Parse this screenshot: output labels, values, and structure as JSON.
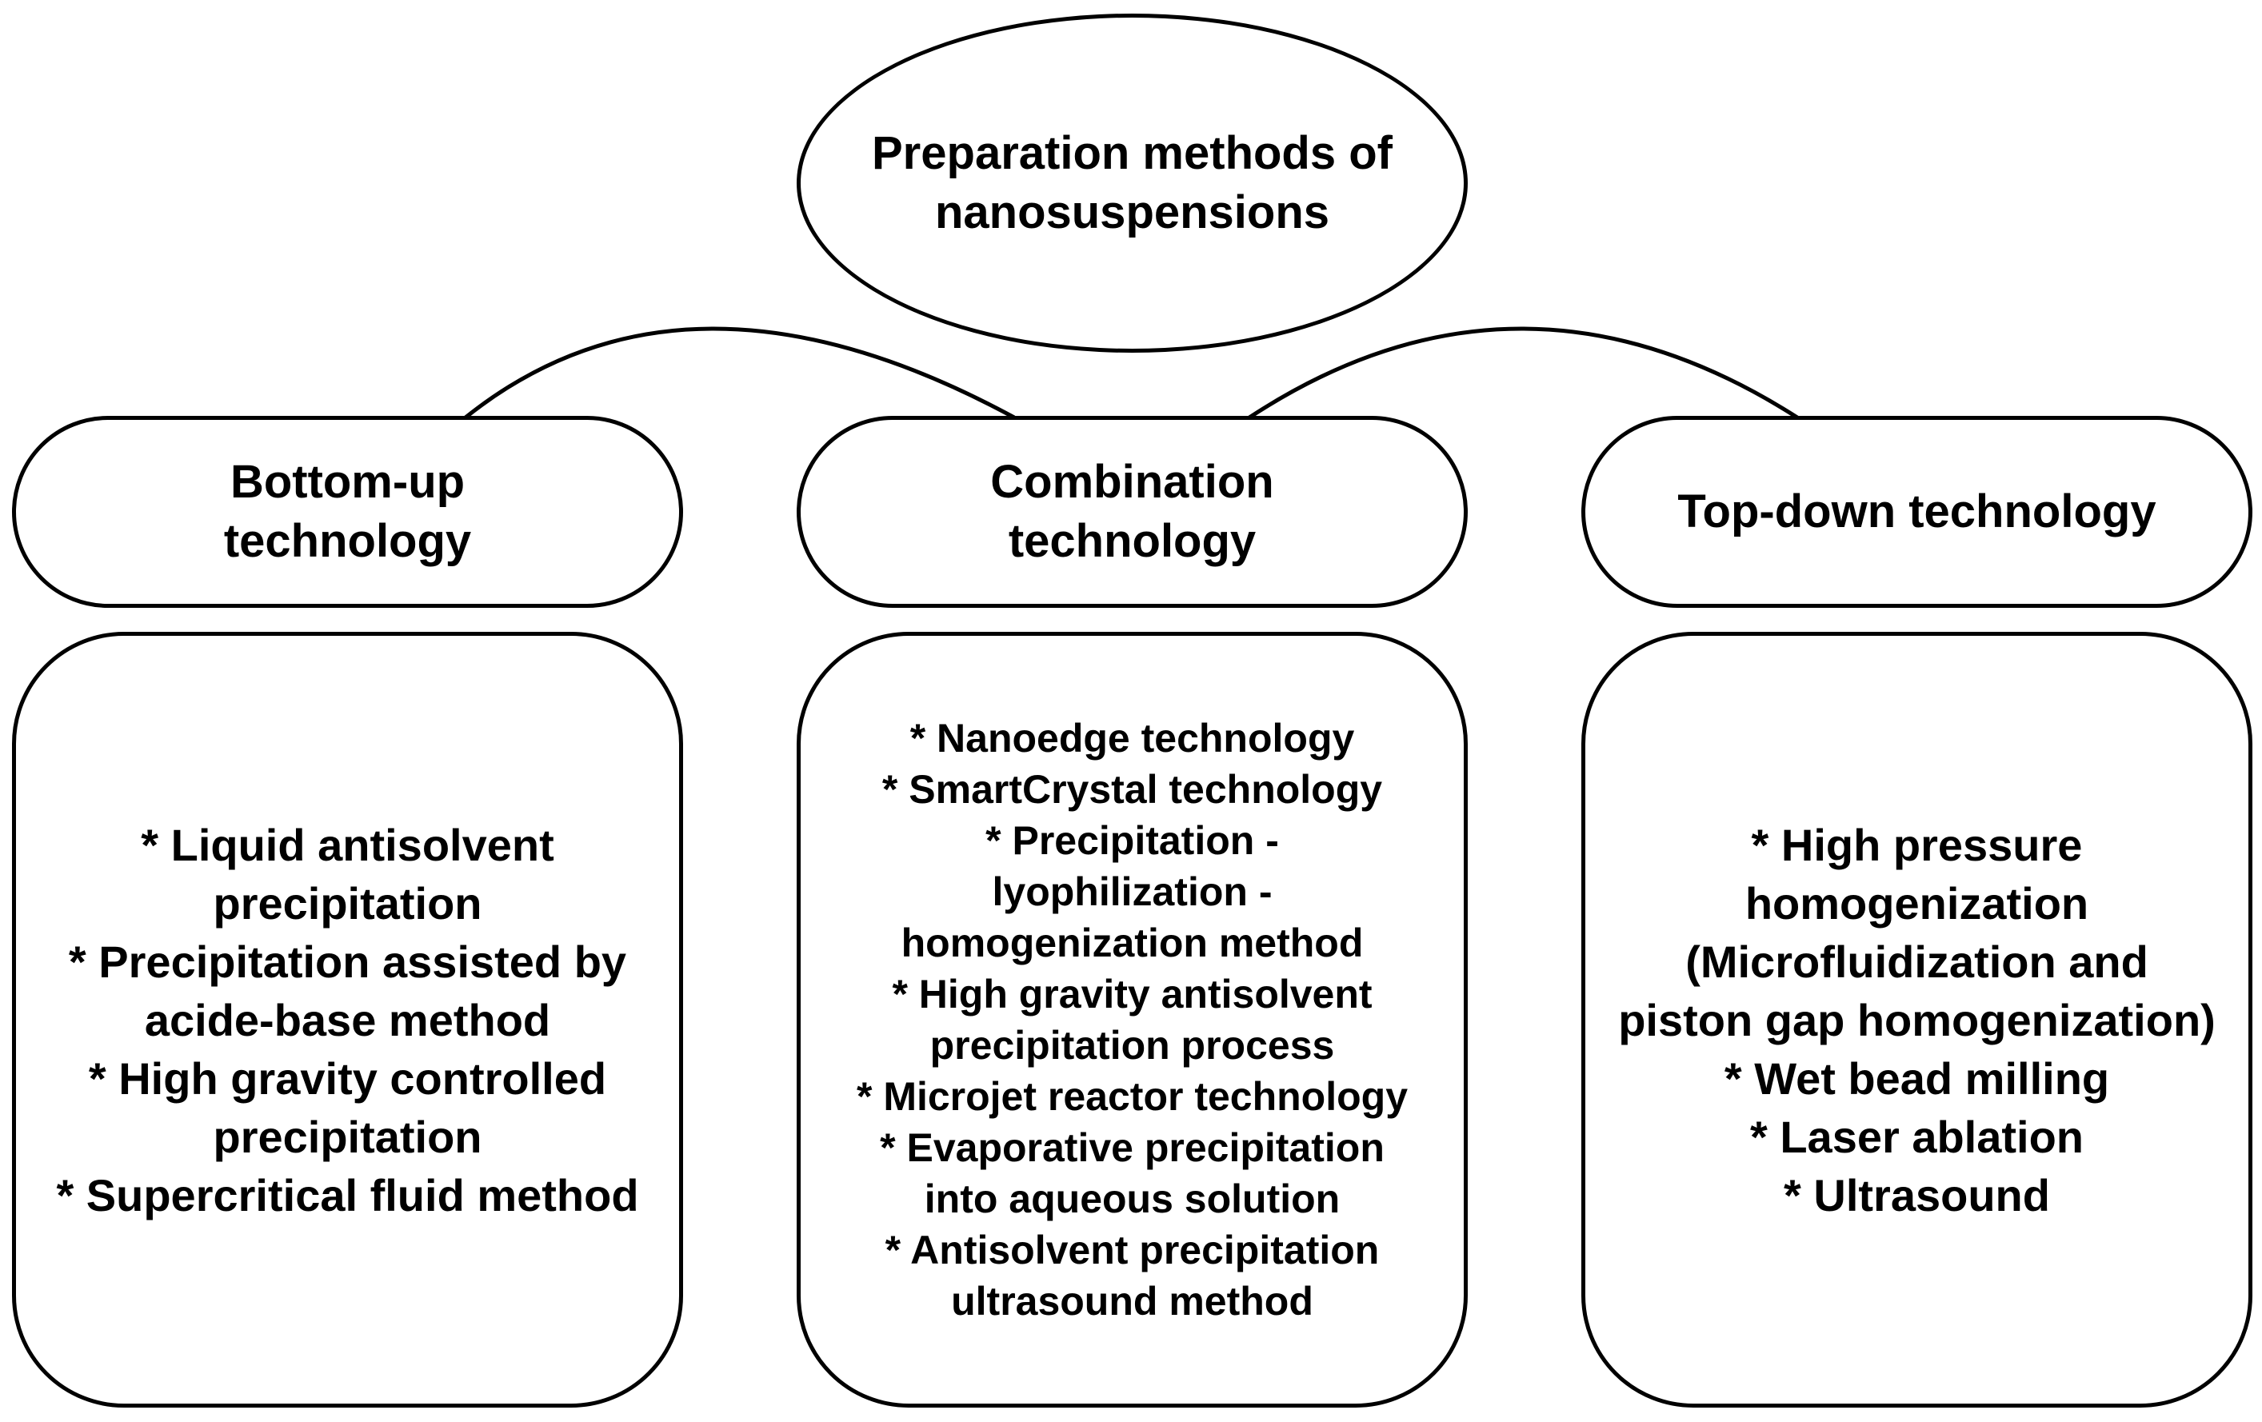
{
  "root": {
    "title": "Preparation methods of nanosuspensions"
  },
  "categories": [
    {
      "name": "Bottom-up technology",
      "methods": [
        "* Liquid antisolvent precipitation",
        "* Precipitation assisted by acide-base method",
        "* High gravity controlled precipitation",
        "* Supercritical fluid method"
      ]
    },
    {
      "name": "Combination technology",
      "methods": [
        "* Nanoedge technology",
        "* SmartCrystal technology",
        "* Precipitation - lyophilization - homogenization method",
        "* High gravity antisolvent precipitation process",
        "* Microjet reactor technology",
        "* Evaporative precipitation into aqueous solution",
        "* Antisolvent precipitation ultrasound method"
      ]
    },
    {
      "name": "Top-down technology",
      "methods": [
        "* High pressure homogenization (Microfluidization and piston gap homogenization)",
        "* Wet bead milling",
        "* Laser ablation",
        "* Ultrasound"
      ]
    }
  ]
}
